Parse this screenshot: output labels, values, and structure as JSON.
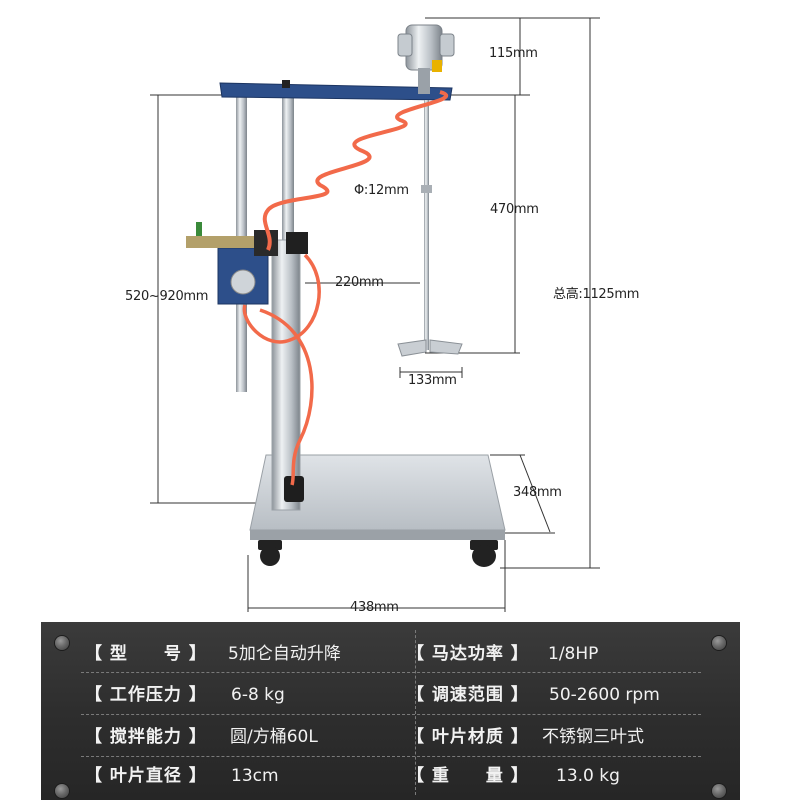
{
  "dimensions": {
    "motor_height": "115mm",
    "hose_diameter": "Φ:12mm",
    "shaft_length": "470mm",
    "arm_reach": "220mm",
    "total_height": "总高:1125mm",
    "lift_range": "520~920mm",
    "blade_diameter": "133mm",
    "base_depth": "348mm",
    "base_width": "438mm"
  },
  "specs": [
    {
      "left_label": "【 型　　号 】",
      "left_value": "5加仑自动升降",
      "right_label": "【 马达功率 】",
      "right_value": "1/8HP"
    },
    {
      "left_label": "【 工作压力 】",
      "left_value": "6-8 kg",
      "right_label": "【 调速范围 】",
      "right_value": "50-2600 rpm"
    },
    {
      "left_label": "【 搅拌能力 】",
      "left_value": "圆/方桶60L",
      "right_label": "【 叶片材质 】",
      "right_value": "不锈钢三叶式"
    },
    {
      "left_label": "【 叶片直径 】",
      "left_value": "13cm",
      "right_label": "【 重　　量 】",
      "right_value": "13.0 kg"
    }
  ],
  "colors": {
    "panel": "#2f2f2f",
    "arm": "#2d4f8a",
    "hose": "#f26a4a",
    "steel": "#c9ced3"
  }
}
